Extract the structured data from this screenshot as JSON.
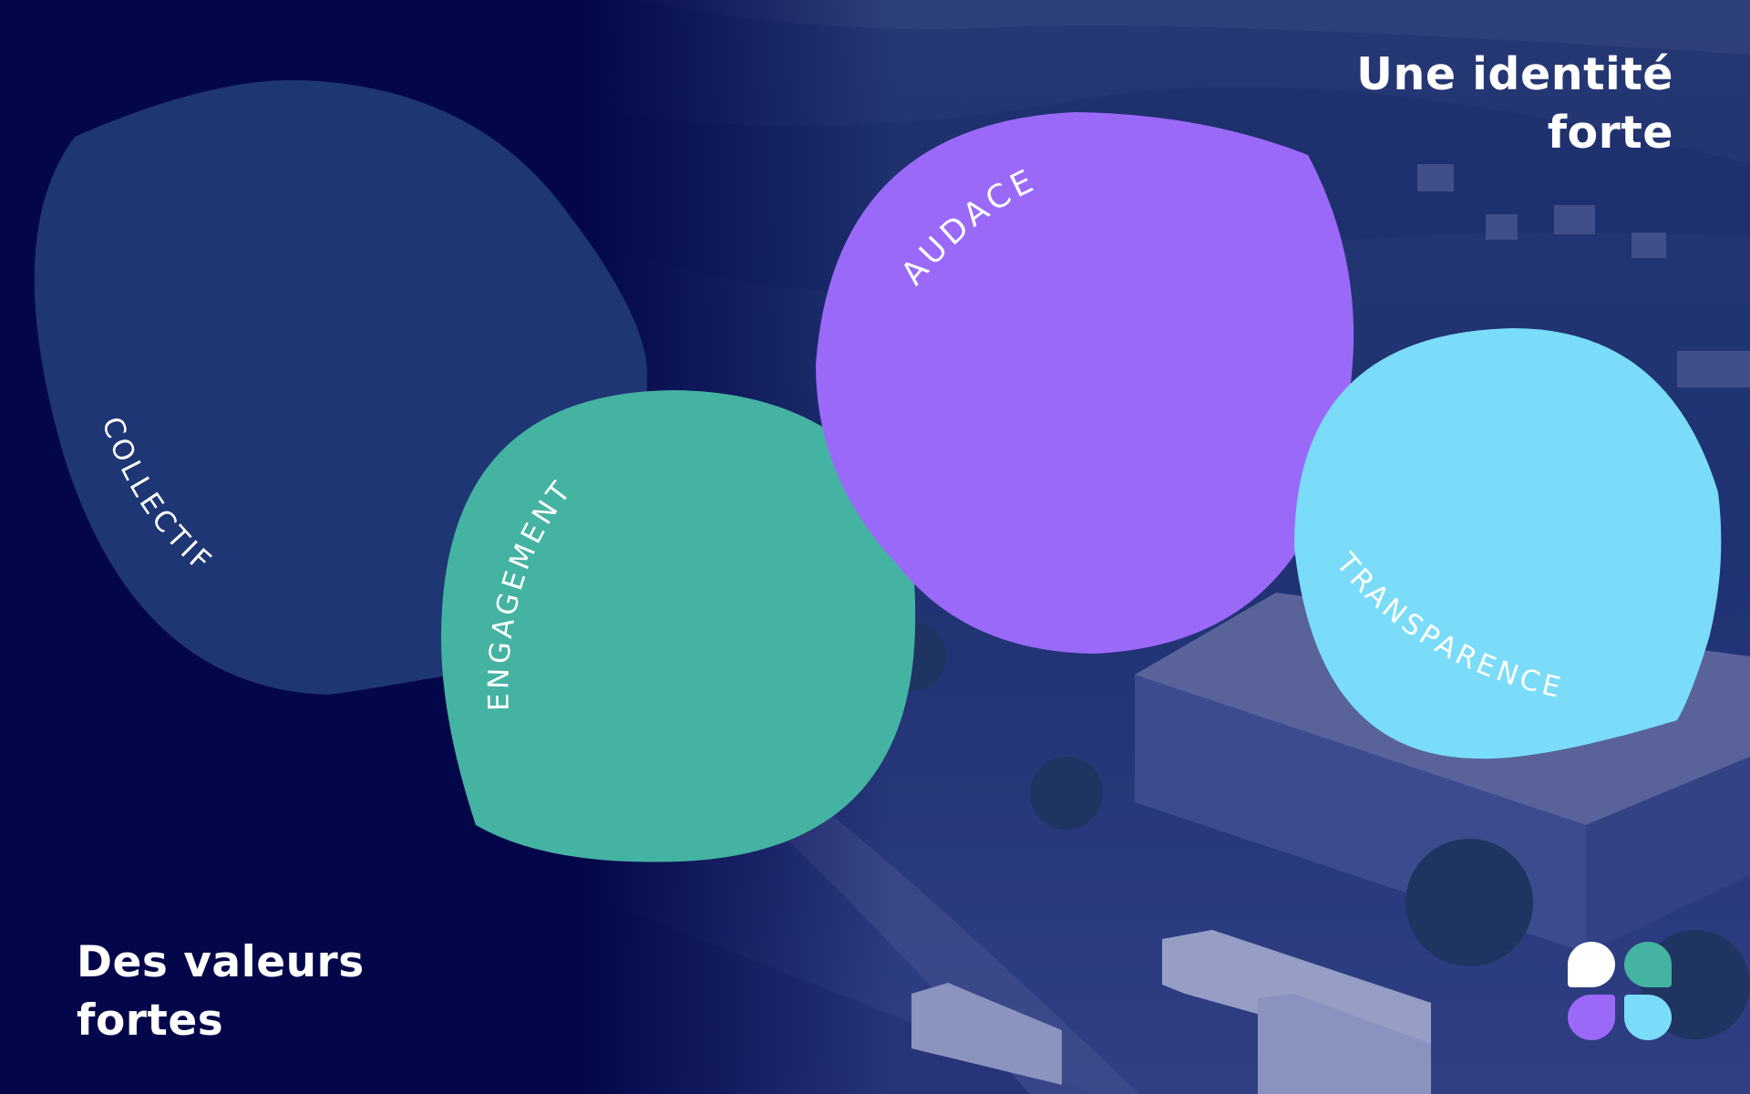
{
  "title_top": [
    "Une identité",
    "forte"
  ],
  "title_bottom": [
    "Des valeurs",
    "fortes"
  ],
  "values": [
    {
      "label": "COLLECTIF",
      "color": "#1e3674"
    },
    {
      "label": "ENGAGEMENT",
      "color": "#44b3a2"
    },
    {
      "label": "AUDACE",
      "color": "#9a69f8"
    },
    {
      "label": "TRANSPARENCE",
      "color": "#7adcf8"
    }
  ],
  "colors": {
    "background": "#03074a",
    "overlay": "#1a2a80",
    "text": "#ffffff"
  },
  "logo_icon": "four-petal-dots-logo"
}
